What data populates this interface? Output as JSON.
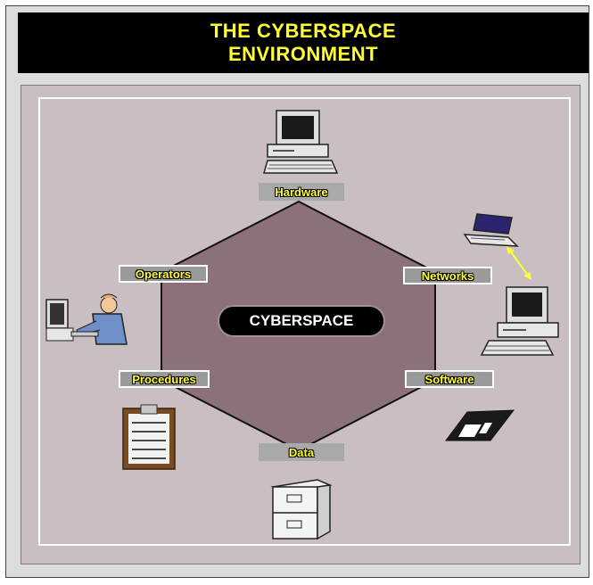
{
  "title": {
    "line1": "THE CYBERSPACE",
    "line2": "ENVIRONMENT"
  },
  "center": "CYBERSPACE",
  "nodes": {
    "hardware": "Hardware",
    "networks": "Networks",
    "software": "Software",
    "data": "Data",
    "procedures": "Procedures",
    "operators": "Operators"
  },
  "colors": {
    "title_bg": "#000000",
    "title_text": "#ffff33",
    "panel_bg": "#c9bfc2",
    "hexagon_fill": "#8c7178",
    "label_text": "#ffff33"
  },
  "icons": [
    "computer-icon",
    "laptop-icon",
    "desktop-computer-icon",
    "floppy-disk-icon",
    "filing-cabinet-icon",
    "clipboard-icon",
    "operator-icon",
    "double-arrow-icon"
  ]
}
